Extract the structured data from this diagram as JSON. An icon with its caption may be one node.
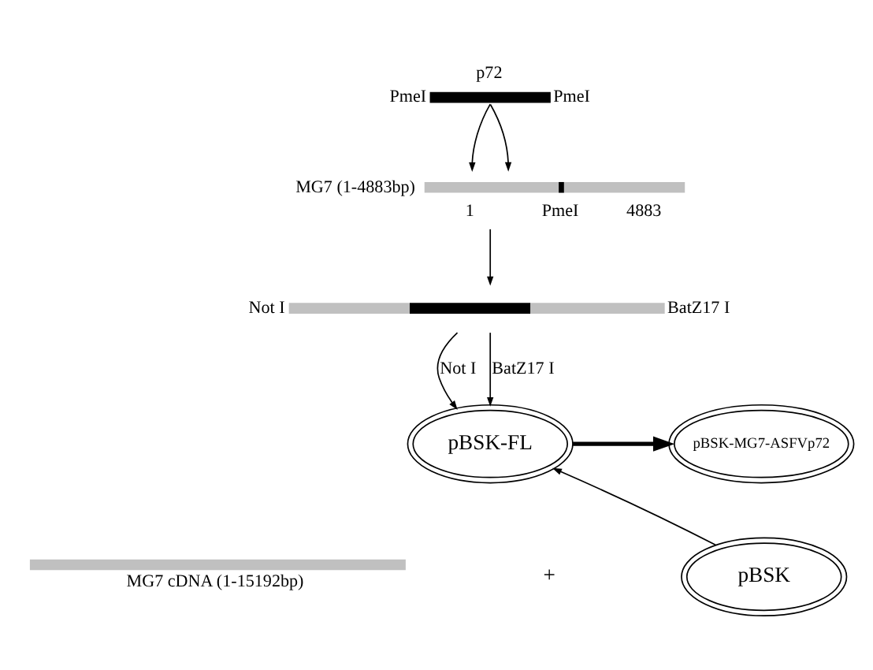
{
  "diagram": {
    "nodes": [
      {
        "text": [
          "p72"
        ],
        "beside": [
          "PmeI",
          "PmeI"
        ]
      },
      {
        "text": [
          "MG7 (1-4883bp)"
        ],
        "beside": [
          "1",
          "PmeI",
          "4883"
        ]
      },
      {
        "text": [],
        "shape": "bar",
        "beside": [
          "Not I",
          "BatZ17 I"
        ]
      },
      {
        "text": [
          "pBSK-FL"
        ]
      },
      {
        "text": [
          "pBSK-MG7-ASFVp72"
        ]
      },
      {
        "text": [],
        "shape": "bar",
        "beside": [
          "MG7 cDNA (1-15192bp)"
        ]
      },
      {
        "text": [
          "pBSK"
        ]
      }
    ],
    "edges": [
      {
        "from": 0,
        "to": 1,
        "arrow": "to"
      },
      {
        "from": 0,
        "to": 1,
        "arrow": "to"
      },
      {
        "from": 1,
        "to": 2,
        "arrow": "to"
      },
      {
        "from": 2,
        "to": 3,
        "arrow": "to",
        "label": "Not I"
      },
      {
        "from": 2,
        "to": 3,
        "arrow": "to",
        "label": "BatZ17 I"
      },
      {
        "from": 3,
        "to": 4,
        "arrow": "to",
        "style": "thick"
      },
      {
        "from": 6,
        "to": 3,
        "arrow": "to"
      }
    ],
    "labels": [
      "+"
    ]
  }
}
